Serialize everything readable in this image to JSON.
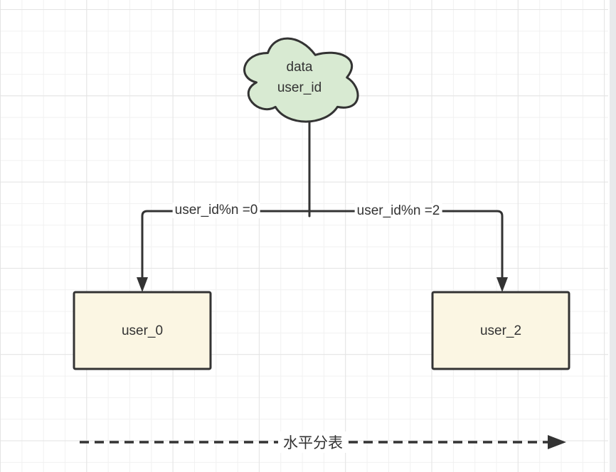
{
  "colors": {
    "stroke": "#333333",
    "cloud_fill": "#d8ead2",
    "table_fill": "#fbf6e3",
    "text": "#333333",
    "grid_minor": "#f1f1f1",
    "grid_major": "#e4e4e4",
    "scrollbar_track": "#e8e9eb"
  },
  "cloud": {
    "line1": "data",
    "line2": "user_id"
  },
  "edges": {
    "left_label": "user_id%n =0",
    "right_label": "user_id%n =2"
  },
  "tables": [
    {
      "label": "user_0"
    },
    {
      "label": "user_2"
    }
  ],
  "bottom_arrow": {
    "label": "水平分表"
  }
}
